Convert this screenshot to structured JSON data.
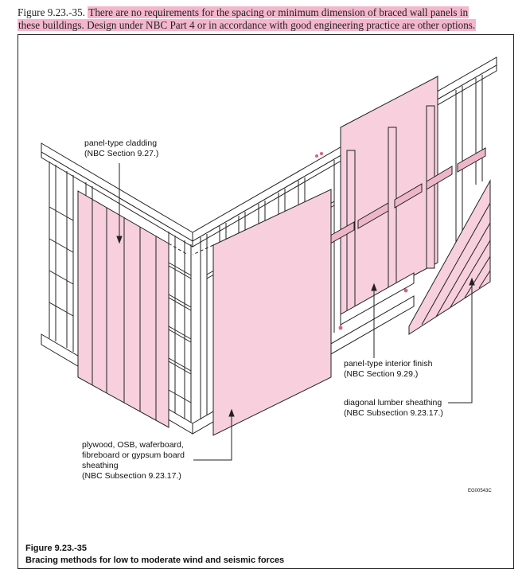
{
  "caption_top": {
    "prefix": "Figure 9.23.-35.",
    "line1": "There are no requirements for the spacing or minimum dimension of braced wall panels in",
    "line2": "these buildings. Design under NBC Part 4 or in accordance with good engineering practice are other options."
  },
  "labels": {
    "panel_cladding": [
      "panel-type cladding",
      "(NBC Section 9.27.)"
    ],
    "plywood": [
      "plywood, OSB, waferboard,",
      "fibreboard or gypsum board",
      "sheathing",
      "(NBC Subsection 9.23.17.)"
    ],
    "interior_finish": [
      "panel-type interior finish",
      "(NBC Section 9.29.)"
    ],
    "diagonal": [
      "diagonal lumber sheathing",
      "(NBC Subsection 9.23.17.)"
    ],
    "code": "EG00543C"
  },
  "figure_caption": {
    "number": "Figure 9.23.-35",
    "title": "Bracing methods for low to moderate wind and seismic forces"
  },
  "colors": {
    "highlight": "#f4b6cc",
    "panel": "#f7cfdd",
    "panel_dark": "#eeb6c9",
    "line": "#222222"
  }
}
